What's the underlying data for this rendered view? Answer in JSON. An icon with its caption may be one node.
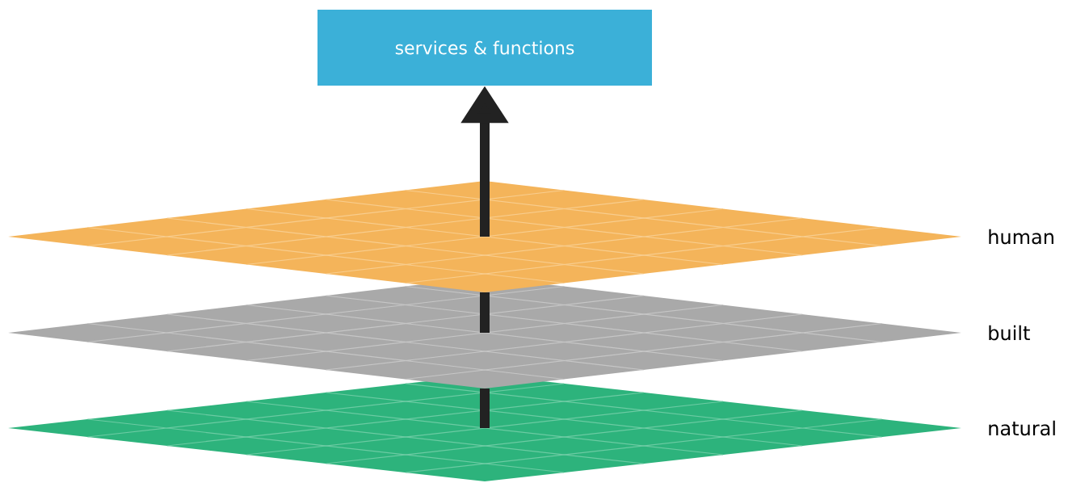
{
  "diagram": {
    "nodes": [
      {
        "text": [
          "services & functions"
        ]
      },
      {
        "text": [],
        "shape": "diamond",
        "beside": [
          "human"
        ]
      },
      {
        "text": [],
        "shape": "diamond",
        "beside": [
          "built"
        ]
      },
      {
        "text": [],
        "shape": "diamond",
        "beside": [
          "natural"
        ]
      }
    ],
    "edges": [
      {
        "from": 3,
        "to": 2,
        "arrow": "none"
      },
      {
        "from": 2,
        "to": 1,
        "arrow": "none"
      },
      {
        "from": 1,
        "to": 0,
        "arrow": "to"
      }
    ]
  }
}
